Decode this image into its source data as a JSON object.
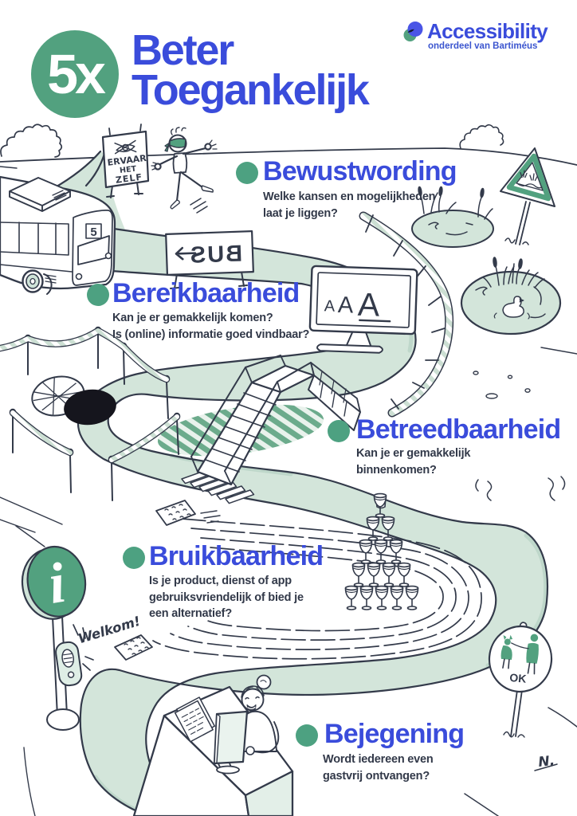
{
  "header": {
    "badge": "5x",
    "title": "Beter\nToegankelijk"
  },
  "logo": {
    "brand": "Accessibility",
    "subtitle": "onderdeel van Bartiméus"
  },
  "sections": {
    "bewustwording": {
      "title": "Bewustwording",
      "body": "Welke kansen en mogelijkheden\nlaat je liggen?"
    },
    "bereikbaarheid": {
      "title": "Bereikbaarheid",
      "body": "Kan je er gemakkelijk komen?\nIs (online) informatie goed vindbaar?"
    },
    "betreedbaarheid": {
      "title": "Betreedbaarheid",
      "body": "Kan je er gemakkelijk\nbinnenkomen?"
    },
    "bruikbaarheid": {
      "title": "Bruikbaarheid",
      "body": "Is je product, dienst of app\ngebruiksvriendelijk of bied je\neen alternatief?"
    },
    "bejegening": {
      "title": "Bejegening",
      "body": "Wordt iedereen even\ngastvrij ontvangen?"
    }
  },
  "illustration": {
    "experience_sign": {
      "line1": "ERVAAR",
      "line2": "HET",
      "line3": "ZELF"
    },
    "bus": {
      "route_number": "5"
    },
    "bus_stop_sign": {
      "label": "BUS"
    },
    "monitor_letters": {
      "a1": "A",
      "a2": "A",
      "a3": "A"
    },
    "info_sign": {
      "symbol": "i"
    },
    "intercom": {
      "speech": "Welkom!"
    },
    "ok_sign": {
      "label": "OK"
    },
    "signature": "N."
  },
  "colors": {
    "brand_green": "#4da181",
    "brand_blue": "#3a4cdb",
    "road_green": "#d3e5da",
    "stripe_green": "#6cab8c",
    "ink": "#333a4a"
  }
}
